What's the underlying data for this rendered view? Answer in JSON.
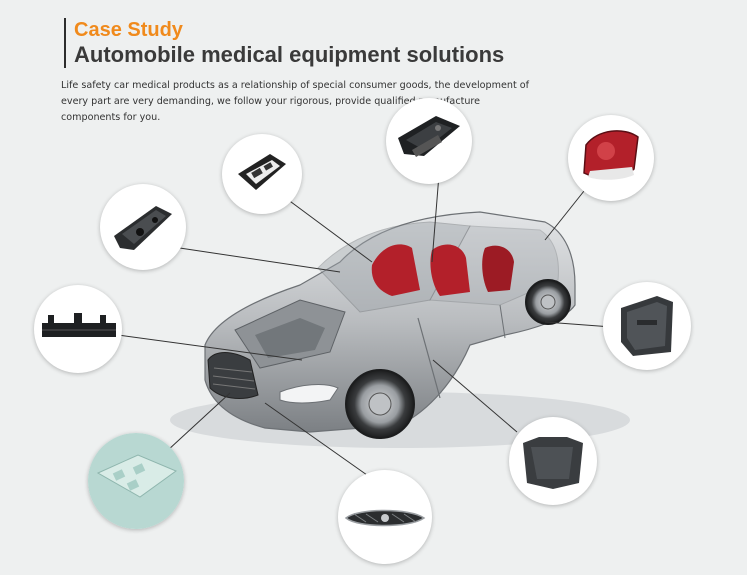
{
  "header": {
    "kicker": "Case Study",
    "title": "Automobile medical equipment solutions"
  },
  "intro": {
    "text": "Life safety car medical products as a relationship of special consumer goods, the development of every part are very demanding, we follow your rigorous, provide qualified manufacture components for you."
  },
  "parts": [
    {
      "id": "dashboard-bracket",
      "icon": "dashboard-bracket-icon"
    },
    {
      "id": "control-module",
      "icon": "control-module-icon"
    },
    {
      "id": "tail-light",
      "icon": "tail-light-icon"
    },
    {
      "id": "console-cover",
      "icon": "console-cover-icon"
    },
    {
      "id": "door-panel",
      "icon": "door-panel-icon"
    },
    {
      "id": "connector-rail",
      "icon": "connector-rail-icon"
    },
    {
      "id": "underbody-shield",
      "icon": "underbody-shield-icon"
    },
    {
      "id": "molded-tray",
      "icon": "molded-tray-icon"
    },
    {
      "id": "front-grille",
      "icon": "front-grille-icon"
    }
  ],
  "colors": {
    "accent": "#f08a1c",
    "title": "#3a3a3a",
    "background": "#eef0f0",
    "leader_line": "#333333",
    "car_body": "#c4c7ca",
    "car_interior": "#b3202a"
  }
}
